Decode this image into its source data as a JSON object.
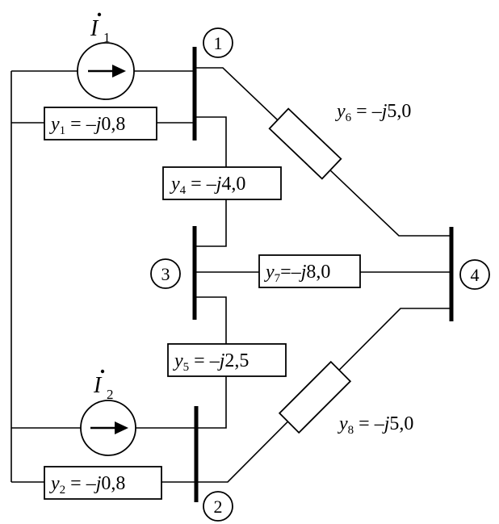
{
  "admittances": {
    "y1": {
      "var": "y",
      "sub": "1",
      "expr": " = –",
      "j": "j",
      "val": "0,8"
    },
    "y2": {
      "var": "y",
      "sub": "2",
      "expr": " = –",
      "j": "j",
      "val": "0,8"
    },
    "y4": {
      "var": "y",
      "sub": "4",
      "expr": " = –",
      "j": "j",
      "val": "4,0"
    },
    "y5": {
      "var": "y",
      "sub": "5",
      "expr": " = –",
      "j": "j",
      "val": "2,5"
    },
    "y6": {
      "var": "y",
      "sub": "6",
      "expr": " = –",
      "j": "j",
      "val": "5,0"
    },
    "y7": {
      "var": "y",
      "sub": "7",
      "expr": "=–",
      "j": "j",
      "val": "8,0"
    },
    "y8": {
      "var": "y",
      "sub": "8",
      "expr": " = –",
      "j": "j",
      "val": "5,0"
    }
  },
  "nodes": {
    "n1": "1",
    "n2": "2",
    "n3": "3",
    "n4": "4"
  },
  "sources": {
    "i1": {
      "symbol": "I",
      "sub": "1"
    },
    "i2": {
      "symbol": "I",
      "sub": "2"
    }
  }
}
